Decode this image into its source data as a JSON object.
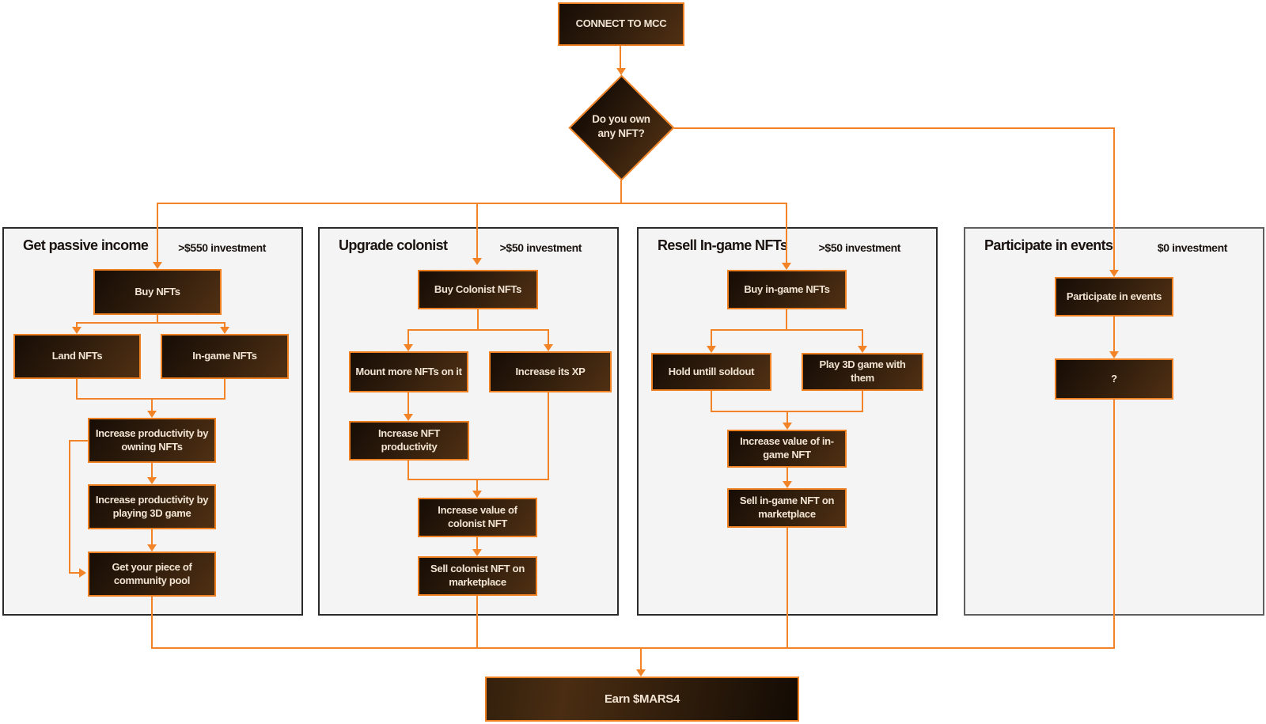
{
  "title": "MARS4 earning paths flowchart",
  "start": {
    "label": "CONNECT TO MCC"
  },
  "decision": {
    "label": "Do you own\nany NFT?"
  },
  "panels": [
    {
      "title": "Get passive income",
      "investment": ">$550 investment",
      "nodes": {
        "buy": "Buy NFTs",
        "left": "Land NFTs",
        "right": "In-game NFTs",
        "step1": "Increase productivity by\nowning NFTs",
        "step2": "Increase productivity by\nplaying 3D game",
        "step3": "Get your piece of\ncommunity pool"
      }
    },
    {
      "title": "Upgrade colonist",
      "investment": ">$50 investment",
      "nodes": {
        "buy": "Buy Colonist NFTs",
        "left": "Mount more NFTs on it",
        "right": "Increase its XP",
        "step1": "Increase NFT\nproductivity",
        "step2": "Increase value of\ncolonist NFT",
        "step3": "Sell colonist NFT on\nmarketplace"
      }
    },
    {
      "title": "Resell In-game NFTs",
      "investment": ">$50 investment",
      "nodes": {
        "buy": "Buy in-game NFTs",
        "left": "Hold untill soldout",
        "right": "Play 3D game with them",
        "step2": "Increase value of in-\ngame NFT",
        "step3": "Sell in-game NFT on\nmarketplace"
      }
    },
    {
      "title": "Participate in events",
      "investment": "$0 investment",
      "nodes": {
        "buy": "Participate in events",
        "step1": "?"
      }
    }
  ],
  "end": {
    "label": "Earn $MARS4"
  },
  "colors": {
    "accent_orange": "#F28427",
    "node_dark": "#170D05",
    "node_brown": "#503013",
    "node_text": "#F2E4D3",
    "panel_bg": "#F4F4F4",
    "panel_border": "#2A2A2A",
    "panel4_border": "#5F5F5F",
    "page_bg": "#FFFFFF"
  }
}
